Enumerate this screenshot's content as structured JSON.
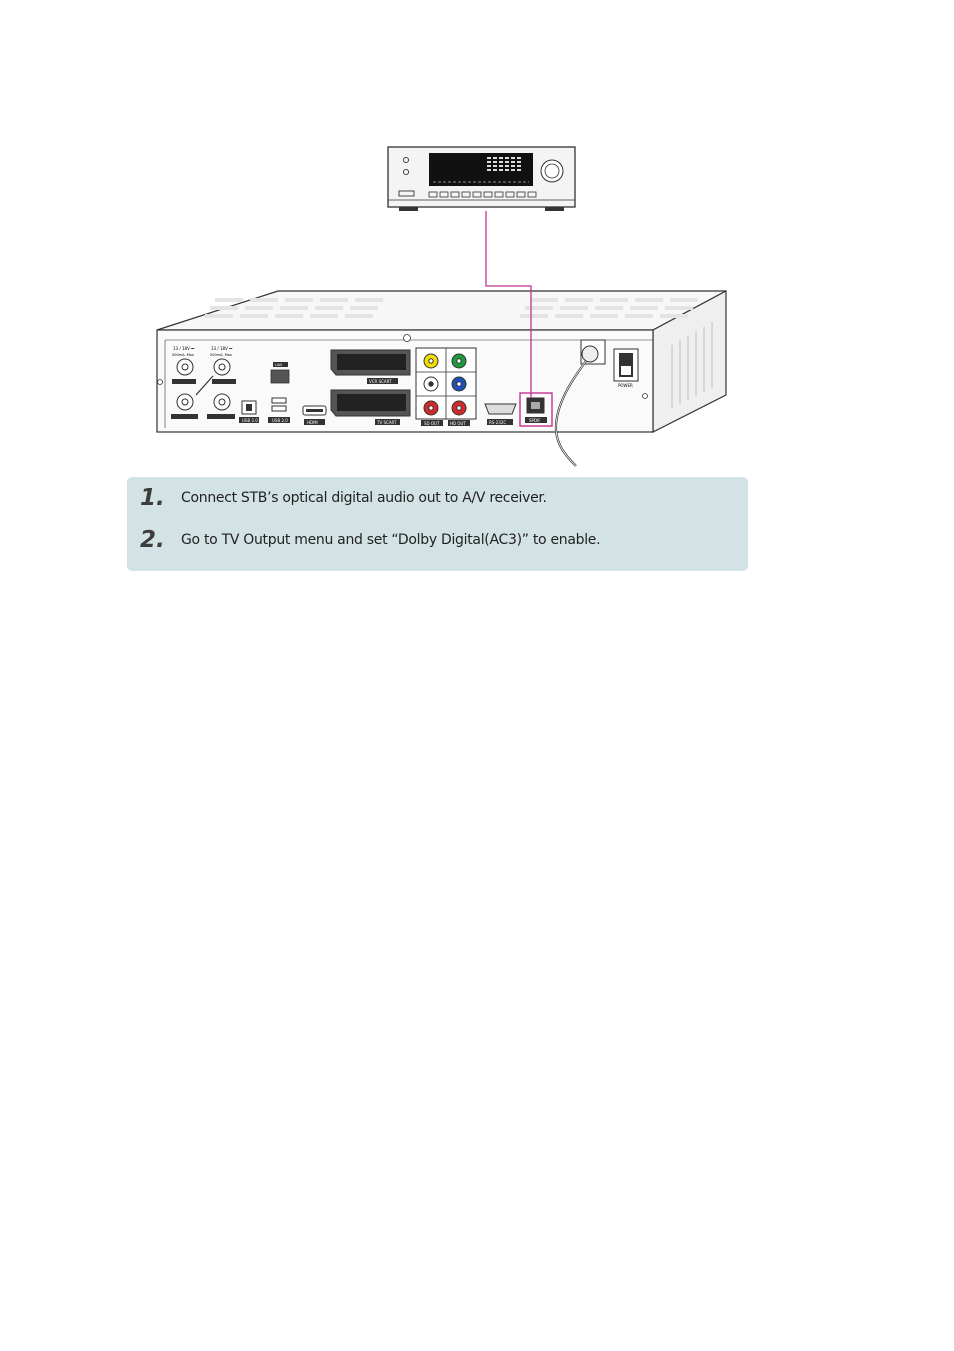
{
  "diagram": {
    "port_labels": {
      "lnb1": "13 / 18V ⎓",
      "lnb1_current": "500mA. Max",
      "lnb2": "13 / 18V ⎓",
      "lnb2_current": "500mA. Max",
      "lan": "LAN",
      "vcr_scart": "VCR SCART",
      "tv_scart": "TV SCART",
      "hdmi": "HDMI",
      "usb1": "USB 2.0",
      "usb2": "USB 2.0",
      "sd_out": "SD OUT",
      "hd_out": "HD OUT",
      "rs232c": "RS-232C",
      "spdif": "SPDIF",
      "power": "POWER"
    },
    "colors": {
      "cable": "#c2338f",
      "outline": "#333333",
      "device_fill": "#f4f4f4",
      "display": "#111111"
    }
  },
  "steps": [
    {
      "number": "1.",
      "text": "Connect STB’s optical digital audio out to A/V receiver."
    },
    {
      "number": "2.",
      "text": "Go to TV Output menu and set “Dolby Digital(AC3)” to enable."
    }
  ],
  "colors": {
    "box_background": "#d3e3e5"
  }
}
